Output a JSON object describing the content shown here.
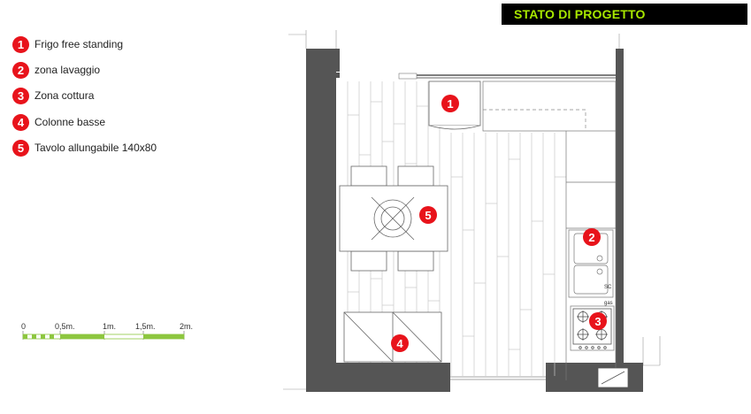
{
  "header": {
    "title": "STATO DI PROGETTO"
  },
  "legend": {
    "items": [
      {
        "num": "1",
        "label": "Frigo free standing"
      },
      {
        "num": "2",
        "label": "zona lavaggio"
      },
      {
        "num": "3",
        "label": "Zona cottura"
      },
      {
        "num": "4",
        "label": "Colonne basse"
      },
      {
        "num": "5",
        "label": "Tavolo allungabile 140x80"
      }
    ]
  },
  "scale": {
    "labels": [
      "0",
      "0,5m.",
      "1m.",
      "1,5m.",
      "2m."
    ]
  },
  "plan": {
    "markers": {
      "fridge": "1",
      "sink": "2",
      "hob": "3",
      "columns": "4",
      "table": "5"
    },
    "annotations": {
      "sink_code": "SC",
      "gas_code": "gas"
    }
  },
  "colors": {
    "accent_green": "#a8e800",
    "marker_red": "#e8131b",
    "wall_gray": "#555555",
    "floor_line": "#c8c8c8"
  }
}
